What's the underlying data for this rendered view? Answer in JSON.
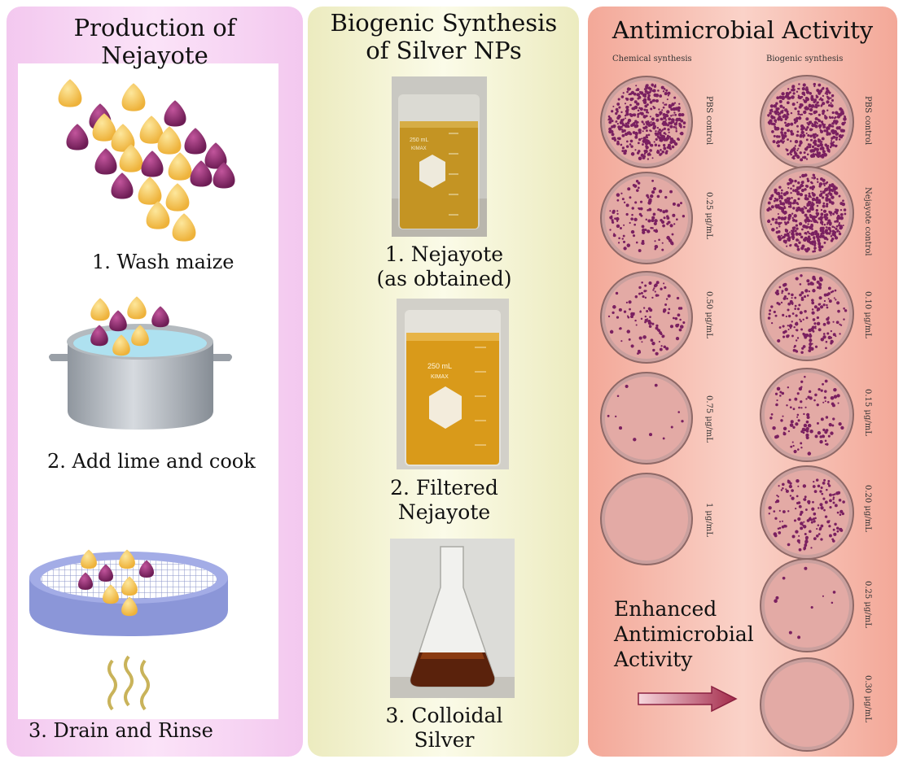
{
  "panel1": {
    "title_line1": "Production of",
    "title_line2": "Nejayote",
    "step1": "1. Wash maize",
    "step2": "2. Add lime and cook",
    "step3": "3. Drain and Rinse"
  },
  "panel2": {
    "title_line1": "Biogenic Synthesis",
    "title_line2": "of Silver NPs",
    "step1_line1": "1.   Nejayote",
    "step1_line2": "(as obtained)",
    "step2_line1": "2. Filtered",
    "step2_line2": "Nejayote",
    "step3_line1": "3. Colloidal",
    "step3_line2": "Silver",
    "beaker_text": "250 mL",
    "beaker_brand": "KIMAX"
  },
  "panel3": {
    "title": "Antimicrobial Activity",
    "col_left": "Chemical synthesis",
    "col_right": "Biogenic synthesis",
    "left_labels": [
      "PBS control",
      "0.25 μg/mL",
      "0.50 μg/mL",
      "0.75 μg/mL",
      "1 μg/mL"
    ],
    "right_labels": [
      "PBS control",
      "Nejayote control",
      "0.10 μg/mL",
      "0.15 μg/mL",
      "0.20 μg/mL",
      "0.25 μg/mL",
      "0.30 μg/mL"
    ],
    "enhanced_line1": "Enhanced",
    "enhanced_line2": "Antimicrobial",
    "enhanced_line3": "Activity"
  },
  "colors": {
    "panel1_bg": "#f3c8ef",
    "panel2_bg": "#ecebbf",
    "panel3_bg": "#f3a898",
    "kernel_yellow": "#f5c54e",
    "kernel_purple": "#8c2a6c",
    "colony": "#7a2060",
    "agar": "#e3aaa5",
    "arrow": "#a83050"
  }
}
